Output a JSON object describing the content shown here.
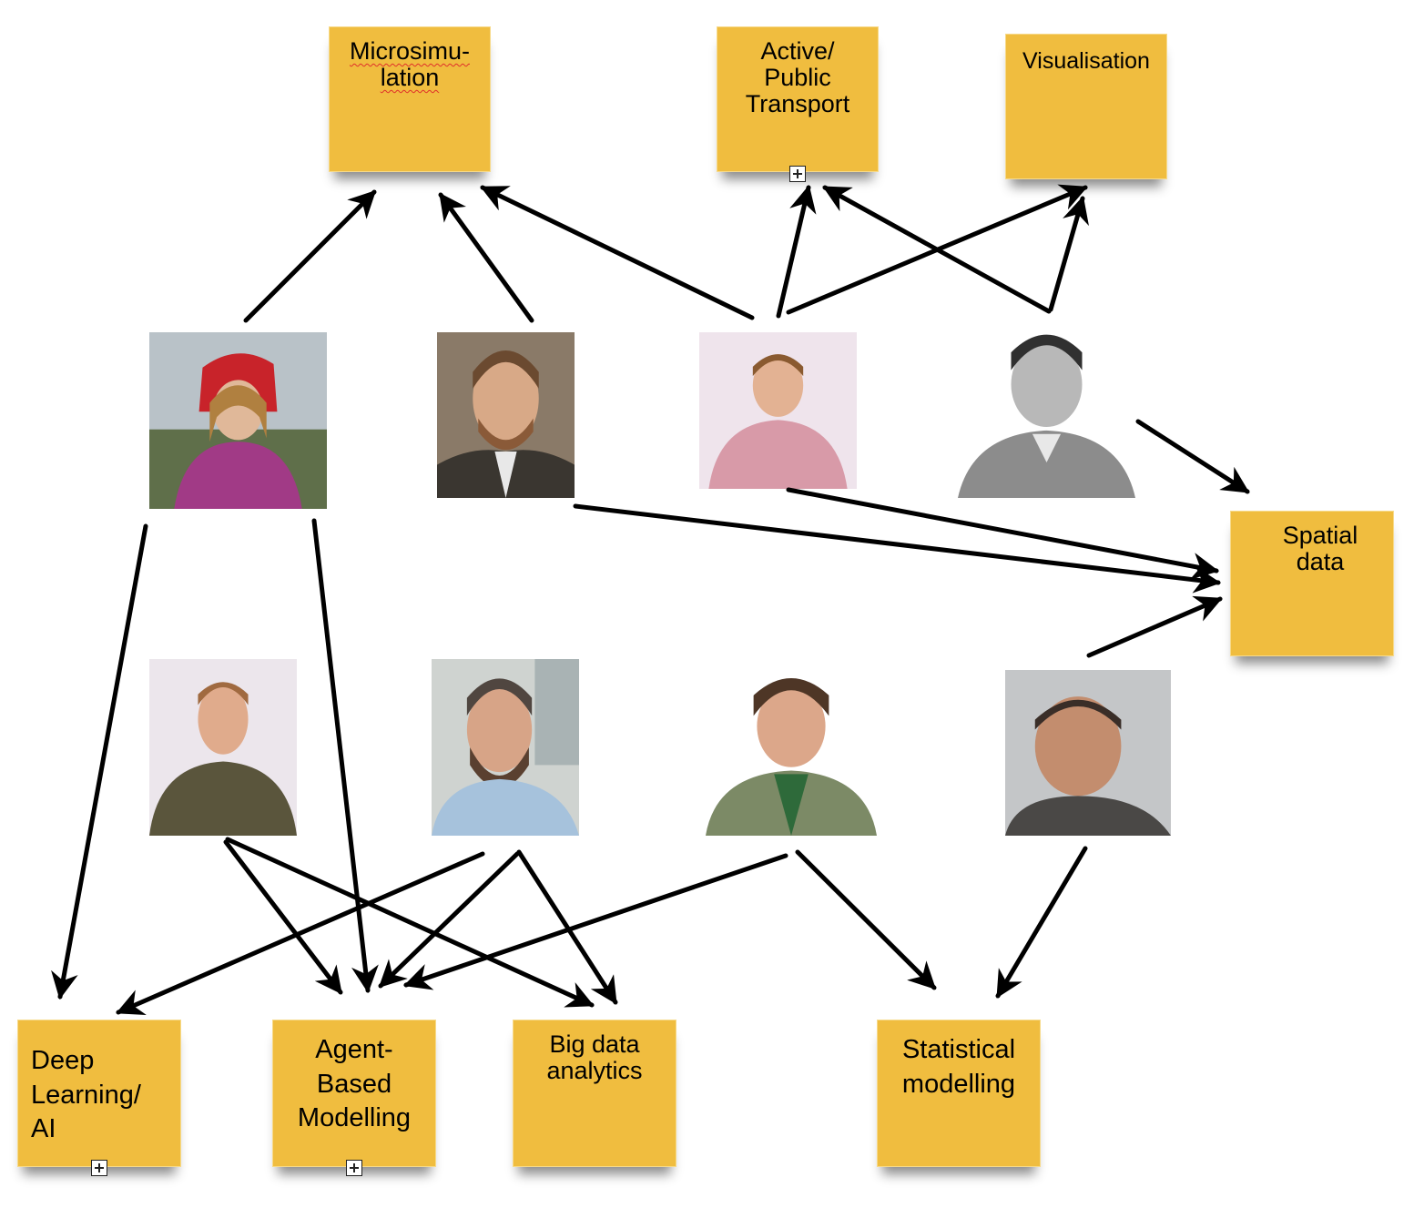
{
  "topics": {
    "microsimulation": {
      "lines": [
        "Microsimu-",
        "lation"
      ]
    },
    "active_public_transport": {
      "label": "Active/\nPublic\nTransport"
    },
    "visualisation": {
      "label": "Visualisation"
    },
    "spatial_data": {
      "label": "Spatial\ndata"
    },
    "deep_learning_ai": {
      "label": "Deep\n Learning/\nAI"
    },
    "agent_based_modelling": {
      "label": "Agent-\nBased\nModelling"
    },
    "big_data_analytics": {
      "label": "Big data\nanalytics"
    },
    "statistical_modelling": {
      "label": "Statistical\nmodelling"
    }
  },
  "colors": {
    "sticky_note": "#f0bd3f",
    "arrow": "#000000",
    "spellcheck_underline": "#e0302a"
  }
}
